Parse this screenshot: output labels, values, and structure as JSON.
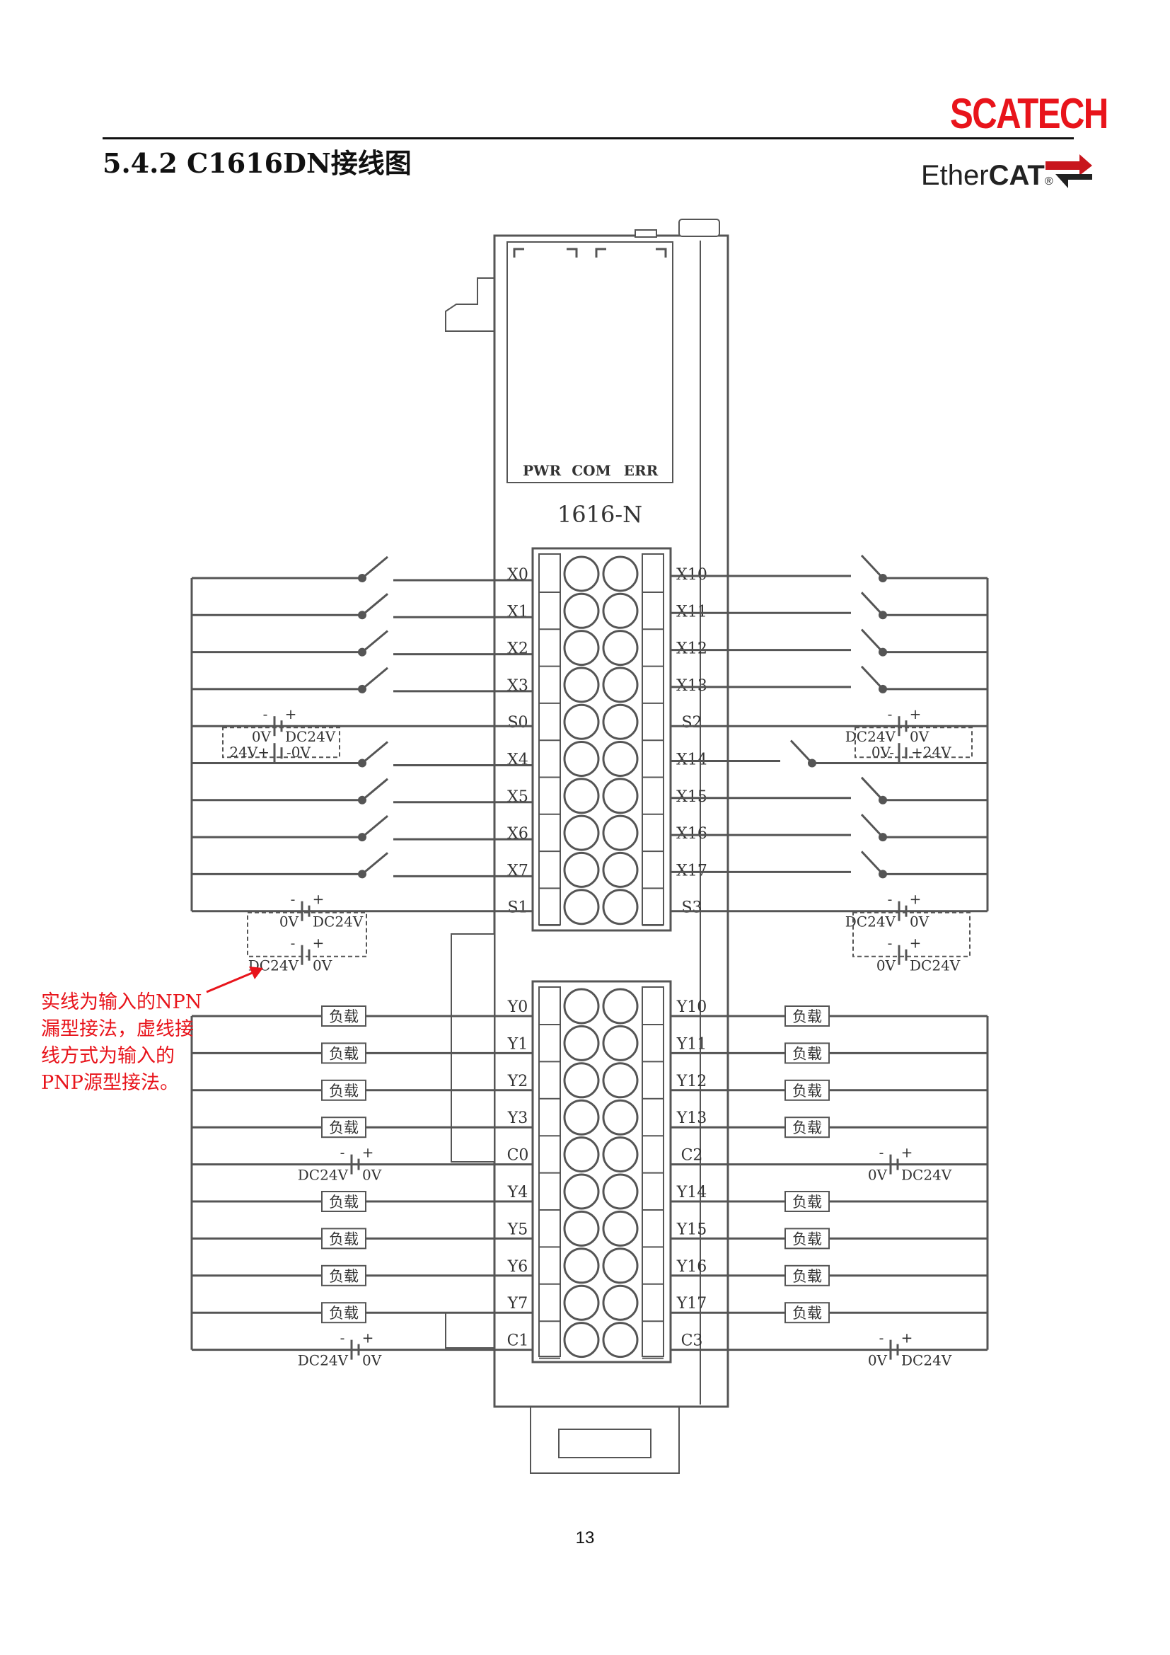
{
  "header": {
    "brand": "SCATECH",
    "section_title": "5.4.2 C1616DN接线图",
    "ethercat_plain": "Ether",
    "ethercat_bold": "CAT",
    "ethercat_reg": "®"
  },
  "module": {
    "leds": [
      "PWR",
      "COM",
      "ERR"
    ],
    "model": "1616-N"
  },
  "inputs": {
    "left": [
      "X0",
      "X1",
      "X2",
      "X3",
      "S0",
      "X4",
      "X5",
      "X6",
      "X7",
      "S1"
    ],
    "right": [
      "X10",
      "X11",
      "X12",
      "X13",
      "S2",
      "X14",
      "X15",
      "X16",
      "X17",
      "S3"
    ]
  },
  "outputs": {
    "left": [
      "Y0",
      "Y1",
      "Y2",
      "Y3",
      "C0",
      "Y4",
      "Y5",
      "Y6",
      "Y7",
      "C1"
    ],
    "right": [
      "Y10",
      "Y11",
      "Y12",
      "Y13",
      "C2",
      "Y14",
      "Y15",
      "Y16",
      "Y17",
      "C3"
    ],
    "load_label": "负载"
  },
  "power": {
    "s0_solid": {
      "minus": "-",
      "plus": "+",
      "left": "0V",
      "right": "DC24V"
    },
    "s0_dashed": {
      "left": "24V+",
      "right": "-0V"
    },
    "s1_solid": {
      "minus": "-",
      "plus": "+",
      "left": "0V",
      "right": "DC24V"
    },
    "s1_dashed": {
      "plus": "+",
      "minus": "-",
      "left": "DC24V",
      "right": "0V"
    },
    "s2_solid": {
      "plus": "+",
      "minus": "-",
      "left": "DC24V",
      "right": "0V"
    },
    "s2_dashed": {
      "left": "0V-",
      "right": "+24V"
    },
    "s3_solid": {
      "plus": "+",
      "minus": "-",
      "left": "DC24V",
      "right": "0V"
    },
    "s3_dashed": {
      "minus": "-",
      "plus": "+",
      "left": "0V",
      "right": "DC24V"
    },
    "c0": {
      "plus": "+",
      "minus": "-",
      "left": "DC24V",
      "right": "0V"
    },
    "c1": {
      "plus": "+",
      "minus": "-",
      "left": "DC24V",
      "right": "0V"
    },
    "c2": {
      "minus": "-",
      "plus": "+",
      "left": "0V",
      "right": "DC24V"
    },
    "c3": {
      "minus": "-",
      "plus": "+",
      "left": "0V",
      "right": "DC24V"
    }
  },
  "annotation": {
    "lines": [
      "实线为输入的NPN",
      "漏型接法，虚线接",
      "线方式为输入的",
      "PNP源型接法。"
    ]
  },
  "page_number": "13",
  "colors": {
    "brand_red": "#e8141b",
    "line": "#555555"
  }
}
